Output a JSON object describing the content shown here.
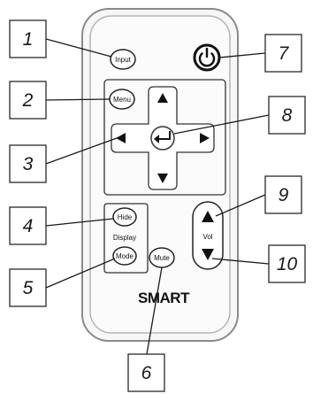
{
  "remote": {
    "buttons": {
      "input": "Input",
      "menu": "Menu",
      "hide": "Hide",
      "mode": "Mode",
      "mute": "Mute"
    },
    "display_label": "Display",
    "vol_label": "Vol",
    "logo": "SMART"
  },
  "callouts": [
    {
      "id": "c1",
      "label": "1",
      "target": "input-button"
    },
    {
      "id": "c2",
      "label": "2",
      "target": "menu-button"
    },
    {
      "id": "c3",
      "label": "3",
      "target": "left-arrow-button"
    },
    {
      "id": "c4",
      "label": "4",
      "target": "hide-button"
    },
    {
      "id": "c5",
      "label": "5",
      "target": "mode-button"
    },
    {
      "id": "c6",
      "label": "6",
      "target": "mute-button"
    },
    {
      "id": "c7",
      "label": "7",
      "target": "power-button"
    },
    {
      "id": "c8",
      "label": "8",
      "target": "enter-button"
    },
    {
      "id": "c9",
      "label": "9",
      "target": "volume-up-button"
    },
    {
      "id": "c10",
      "label": "10",
      "target": "volume-down-button"
    }
  ],
  "colors": {
    "body_fill": "#f7f7f7",
    "body_stroke": "#7a7a7a",
    "line": "#1a1a1a"
  }
}
